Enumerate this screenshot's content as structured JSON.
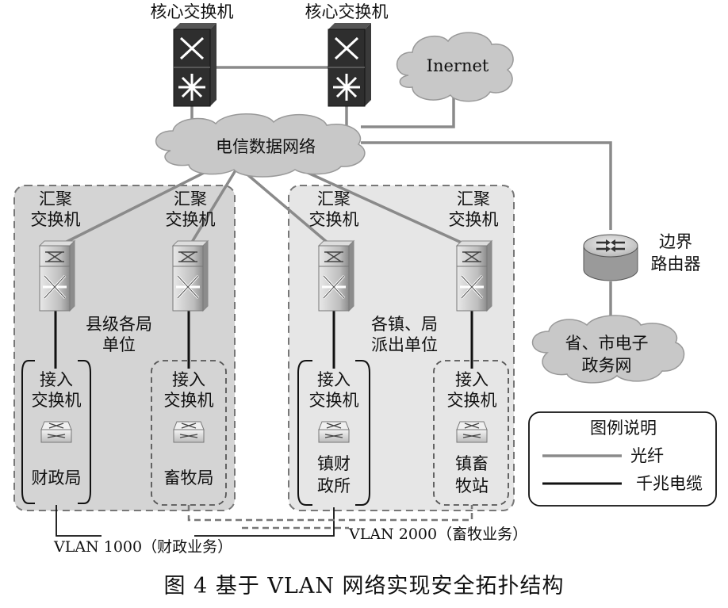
{
  "core_switches": [
    {
      "label": "核心交换机"
    },
    {
      "label": "核心交换机"
    }
  ],
  "internet": {
    "label": "Inernet"
  },
  "telecom_network": {
    "label": "电信数据网络"
  },
  "edge_router": {
    "label_line1": "边界",
    "label_line2": "路由器"
  },
  "gov_network": {
    "label_line1": "省、市电子",
    "label_line2": "政务网"
  },
  "county_group": {
    "label_line1": "县级各局",
    "label_line2": "单位"
  },
  "town_group": {
    "label_line1": "各镇、局",
    "label_line2": "派出单位"
  },
  "aggregation_switches": [
    {
      "line1": "汇聚",
      "line2": "交换机"
    },
    {
      "line1": "汇聚",
      "line2": "交换机"
    },
    {
      "line1": "汇聚",
      "line2": "交换机"
    },
    {
      "line1": "汇聚",
      "line2": "交换机"
    }
  ],
  "access_switches": [
    {
      "line1": "接入",
      "line2": "交换机",
      "unit_line1": "财政局",
      "unit_line2": ""
    },
    {
      "line1": "接入",
      "line2": "交换机",
      "unit_line1": "畜牧局",
      "unit_line2": ""
    },
    {
      "line1": "接入",
      "line2": "交换机",
      "unit_line1": "镇财",
      "unit_line2": "政所"
    },
    {
      "line1": "接入",
      "line2": "交换机",
      "unit_line1": "镇畜",
      "unit_line2": "牧站"
    }
  ],
  "legend": {
    "title": "图例说明",
    "items": [
      {
        "label": "光纤",
        "color": "#8a8a8a"
      },
      {
        "label": "千兆电缆",
        "color": "#111111"
      }
    ]
  },
  "vlans": [
    {
      "label": "VLAN  1000（财政业务）"
    },
    {
      "label": "VLAN  2000（畜牧业务）"
    }
  ],
  "caption": "图 4   基于 VLAN 网络实现安全拓扑结构",
  "colors": {
    "fiber": "#8a8a8a",
    "cable": "#111111",
    "cloud": "#c8c8c8",
    "group_bg_dark": "#d4d4d4",
    "group_bg_light": "#e6e6e6"
  }
}
